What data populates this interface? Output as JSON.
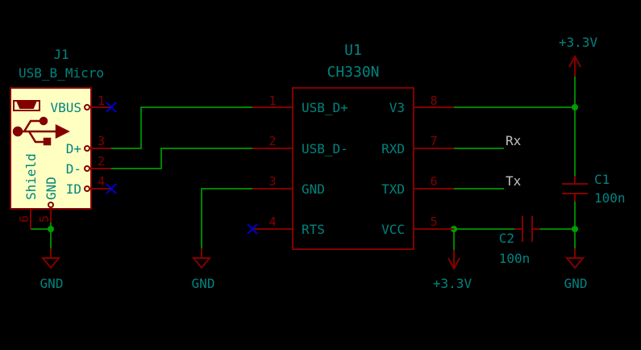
{
  "theme": {
    "background": "#000000",
    "wire": "#008400",
    "symbol_body": "#840000",
    "symbol_fill": "#ffffc2",
    "reference_text": "#00847f",
    "label_text": "#c2c2c2",
    "no_connect": "#0000c8",
    "junction": "#009c00"
  },
  "j1": {
    "ref": "J1",
    "value": "USB_B_Micro",
    "icons": [
      "usb-b-micro-connector-icon",
      "usb-trident-icon"
    ],
    "pins": {
      "vbus": {
        "name": "VBUS",
        "number": "1"
      },
      "dp": {
        "name": "D+",
        "number": "3"
      },
      "dm": {
        "name": "D-",
        "number": "2"
      },
      "id": {
        "name": "ID",
        "number": "4"
      },
      "shield": {
        "name": "Shield",
        "number": "6"
      },
      "gnd": {
        "name": "GND",
        "number": "5"
      }
    }
  },
  "u1": {
    "ref": "U1",
    "value": "CH330N",
    "pins": {
      "usb_dp": {
        "name": "USB_D+",
        "number": "1"
      },
      "usb_dm": {
        "name": "USB_D-",
        "number": "2"
      },
      "gnd": {
        "name": "GND",
        "number": "3"
      },
      "rts": {
        "name": "RTS",
        "number": "4"
      },
      "v3": {
        "name": "V3",
        "number": "8"
      },
      "rxd": {
        "name": "RXD",
        "number": "7"
      },
      "txd": {
        "name": "TXD",
        "number": "6"
      },
      "vcc": {
        "name": "VCC",
        "number": "5"
      }
    }
  },
  "c1": {
    "ref": "C1",
    "value": "100n"
  },
  "c2": {
    "ref": "C2",
    "value": "100n"
  },
  "power": {
    "top_3v3": "+3.3V",
    "bottom_3v3": "+3.3V",
    "gnd_left": "GND",
    "gnd_mid": "GND",
    "gnd_right": "GND"
  },
  "net_labels": {
    "rx": "Rx",
    "tx": "Tx"
  }
}
